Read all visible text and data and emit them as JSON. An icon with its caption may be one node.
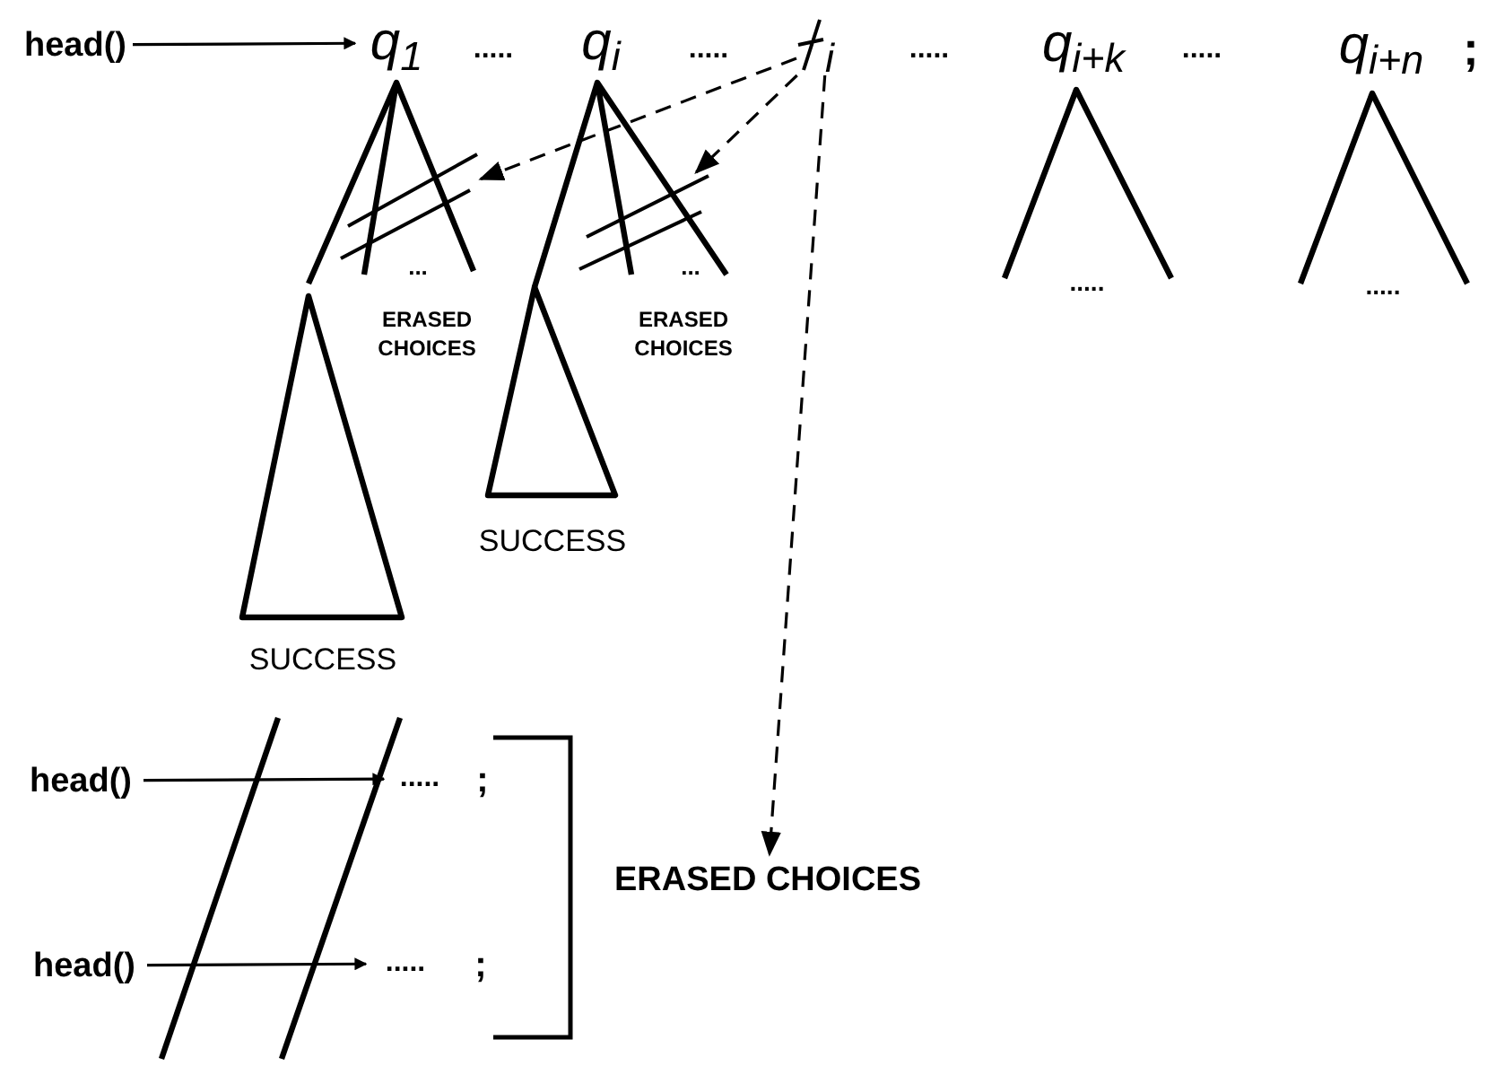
{
  "diagram": {
    "nodes": [
      {
        "text": [
          "head()"
        ]
      },
      {
        "text": [
          "q$_{1}$"
        ]
      },
      {
        "text": [
          "q$_{i}$"
        ]
      },
      {
        "text": [
          "$_{i}$"
        ]
      },
      {
        "text": [
          "q$_{i+k}$"
        ]
      },
      {
        "text": [
          "q$_{i+n}$"
        ]
      },
      {
        "text": [],
        "shape": "picture"
      },
      {
        "text": [],
        "shape": "picture"
      },
      {
        "text": [
          "head()"
        ]
      },
      {
        "text": [
          "....."
        ]
      },
      {
        "text": [
          "head()"
        ]
      },
      {
        "text": [
          "....."
        ]
      },
      {
        "text": [
          "ERASED CHOICES"
        ]
      }
    ],
    "edges": [
      {
        "from": 0,
        "to": 1,
        "arrow": "to"
      },
      {
        "from": 3,
        "to": 6,
        "arrow": "to",
        "style": "dashed"
      },
      {
        "from": 3,
        "to": 7,
        "arrow": "to",
        "style": "dashed"
      },
      {
        "from": 3,
        "to": 12,
        "arrow": "to",
        "style": "dashed"
      },
      {
        "from": 8,
        "to": 9,
        "arrow": "to"
      },
      {
        "from": 10,
        "to": 11,
        "arrow": "to"
      }
    ],
    "labels": [
      ".....",
      ".....",
      ".....",
      ".....",
      ";",
      "...",
      "ERASED CHOICES",
      "...",
      "ERASED CHOICES",
      ".....",
      ".....",
      "SUCCESS",
      "SUCCESS",
      ";",
      ";"
    ]
  }
}
